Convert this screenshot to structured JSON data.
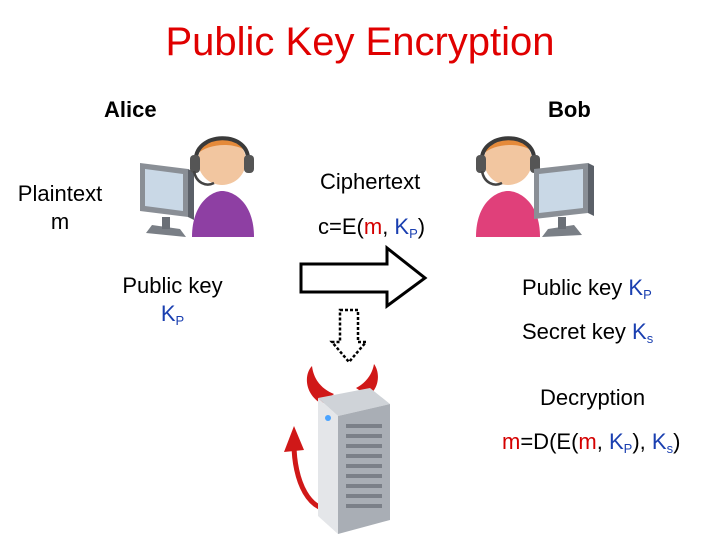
{
  "title": "Public Key Encryption",
  "alice": {
    "name": "Alice"
  },
  "bob": {
    "name": "Bob"
  },
  "plaintext": {
    "label": "Plaintext",
    "var": "m"
  },
  "alice_key": {
    "label": "Public key",
    "symbol": "K",
    "sub": "P"
  },
  "ciphertext": {
    "label": "Ciphertext",
    "c": "c",
    "eq": "=E(",
    "m": "m",
    "comma": ", ",
    "k": "K",
    "ksub": "P",
    "close": ")"
  },
  "bob_keys": {
    "public_label": "Public key ",
    "public_symbol": "K",
    "public_sub": "P",
    "secret_label": "Secret key ",
    "secret_symbol": "K",
    "secret_sub": "s"
  },
  "decryption": {
    "label": "Decryption",
    "m": "m",
    "eq": "=D(E(",
    "m2": "m",
    "comma": ", ",
    "k1": "K",
    "k1sub": "P",
    "mid": "), ",
    "k2": "K",
    "k2sub": "s",
    "close": ")"
  },
  "colors": {
    "title": "#e00000",
    "variable": "#d40000",
    "key": "#1a3fb0"
  },
  "icons": [
    "alice-user-computer-icon",
    "bob-user-computer-icon",
    "send-arrow-icon",
    "eavesdrop-arrow-icon",
    "eve-devil-server-icon"
  ]
}
